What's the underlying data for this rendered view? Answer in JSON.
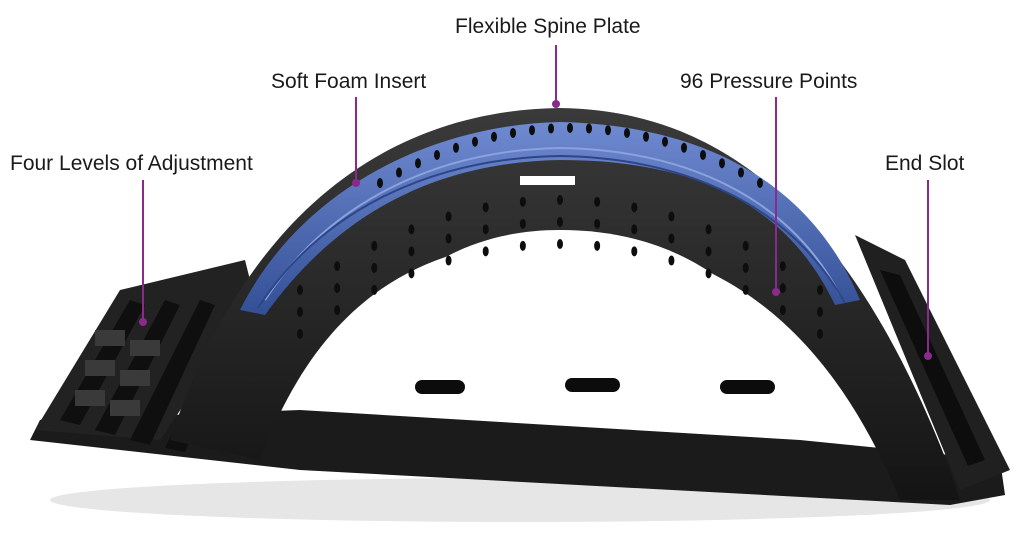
{
  "labels": {
    "flexible_spine_plate": "Flexible Spine Plate",
    "soft_foam_insert": "Soft Foam Insert",
    "pressure_points": "96 Pressure Points",
    "four_levels": "Four Levels of Adjustment",
    "end_slot": "End Slot"
  },
  "colors": {
    "callout": "#8a2a8c",
    "plastic": "#1f1f1f",
    "plastic_shade": "#121212",
    "foam": "#4a67b0",
    "foam_dark": "#2f4a8c",
    "text": "#1a1a1a"
  }
}
